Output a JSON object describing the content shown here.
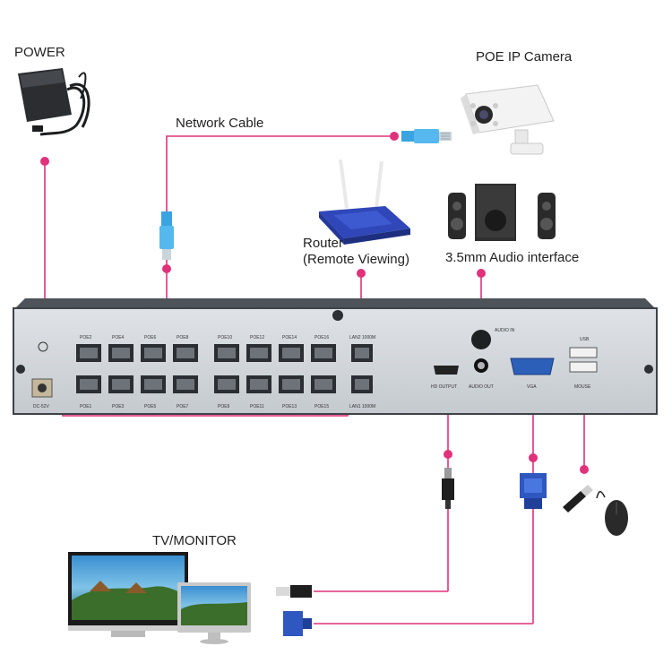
{
  "labels": {
    "power": "POWER",
    "network_cable": "Network Cable",
    "poe_camera": "POE IP Camera",
    "router_line1": "Router",
    "router_line2": "(Remote Viewing)",
    "audio_interface": "3.5mm Audio interface",
    "tv_monitor": "TV/MONITOR"
  },
  "panel": {
    "dc": "DC-52V",
    "top_ports": [
      "POE2",
      "POE4",
      "POE6",
      "POE8",
      "POE10",
      "POE12",
      "POE14",
      "POE16"
    ],
    "bottom_ports": [
      "POE1",
      "POE3",
      "POE5",
      "POE7",
      "POE9",
      "POE11",
      "POE13",
      "POE15"
    ],
    "lan_top": "LAN2 1000M",
    "lan_bottom": "LAN1 1000M",
    "audio_in": "AUDIO IN",
    "audio_out": "AUDIO OUT",
    "hd_output": "HD OUTPUT",
    "vga": "VGA",
    "usb": "USB",
    "mouse": "MOUSE"
  },
  "colors": {
    "connector": "#e0327a",
    "panel_face": "#d6dade",
    "panel_edge": "#3d4247"
  }
}
